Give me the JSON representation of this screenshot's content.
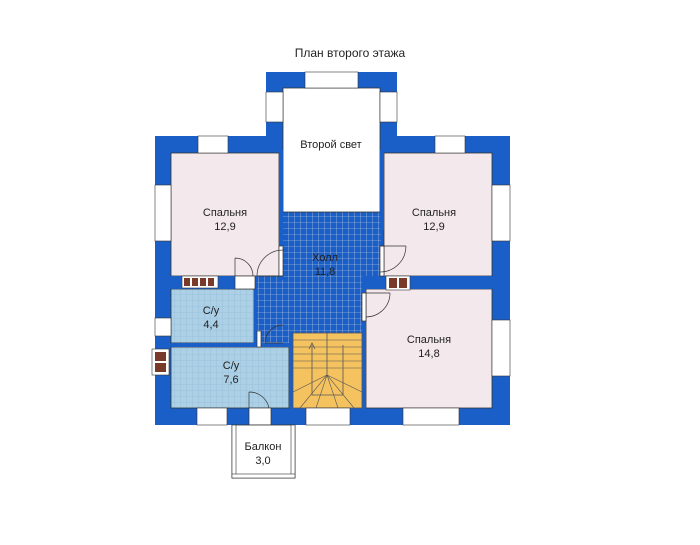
{
  "title": "План второго этажа",
  "rooms": {
    "second_light": {
      "name": "Второй свет"
    },
    "bedroom_left": {
      "name": "Спальня",
      "area": "12,9"
    },
    "bedroom_right": {
      "name": "Спальня",
      "area": "12,9"
    },
    "hall": {
      "name": "Холл",
      "area": "11,8"
    },
    "bath_small": {
      "name": "С/у",
      "area": "4,4"
    },
    "bath_large": {
      "name": "С/у",
      "area": "7,6"
    },
    "bedroom_big": {
      "name": "Спальня",
      "area": "14,8"
    },
    "balcony": {
      "name": "Балкон",
      "area": "3,0"
    }
  },
  "colors": {
    "wall": "#1a5fc8",
    "bedroom_fill": "#f3e8ec",
    "bath_fill": "#acd0e6",
    "hall_fill": "#ffffff",
    "stair_fill": "#f5c260",
    "window": "#ffffff",
    "chimney": "#7a3a2a"
  }
}
